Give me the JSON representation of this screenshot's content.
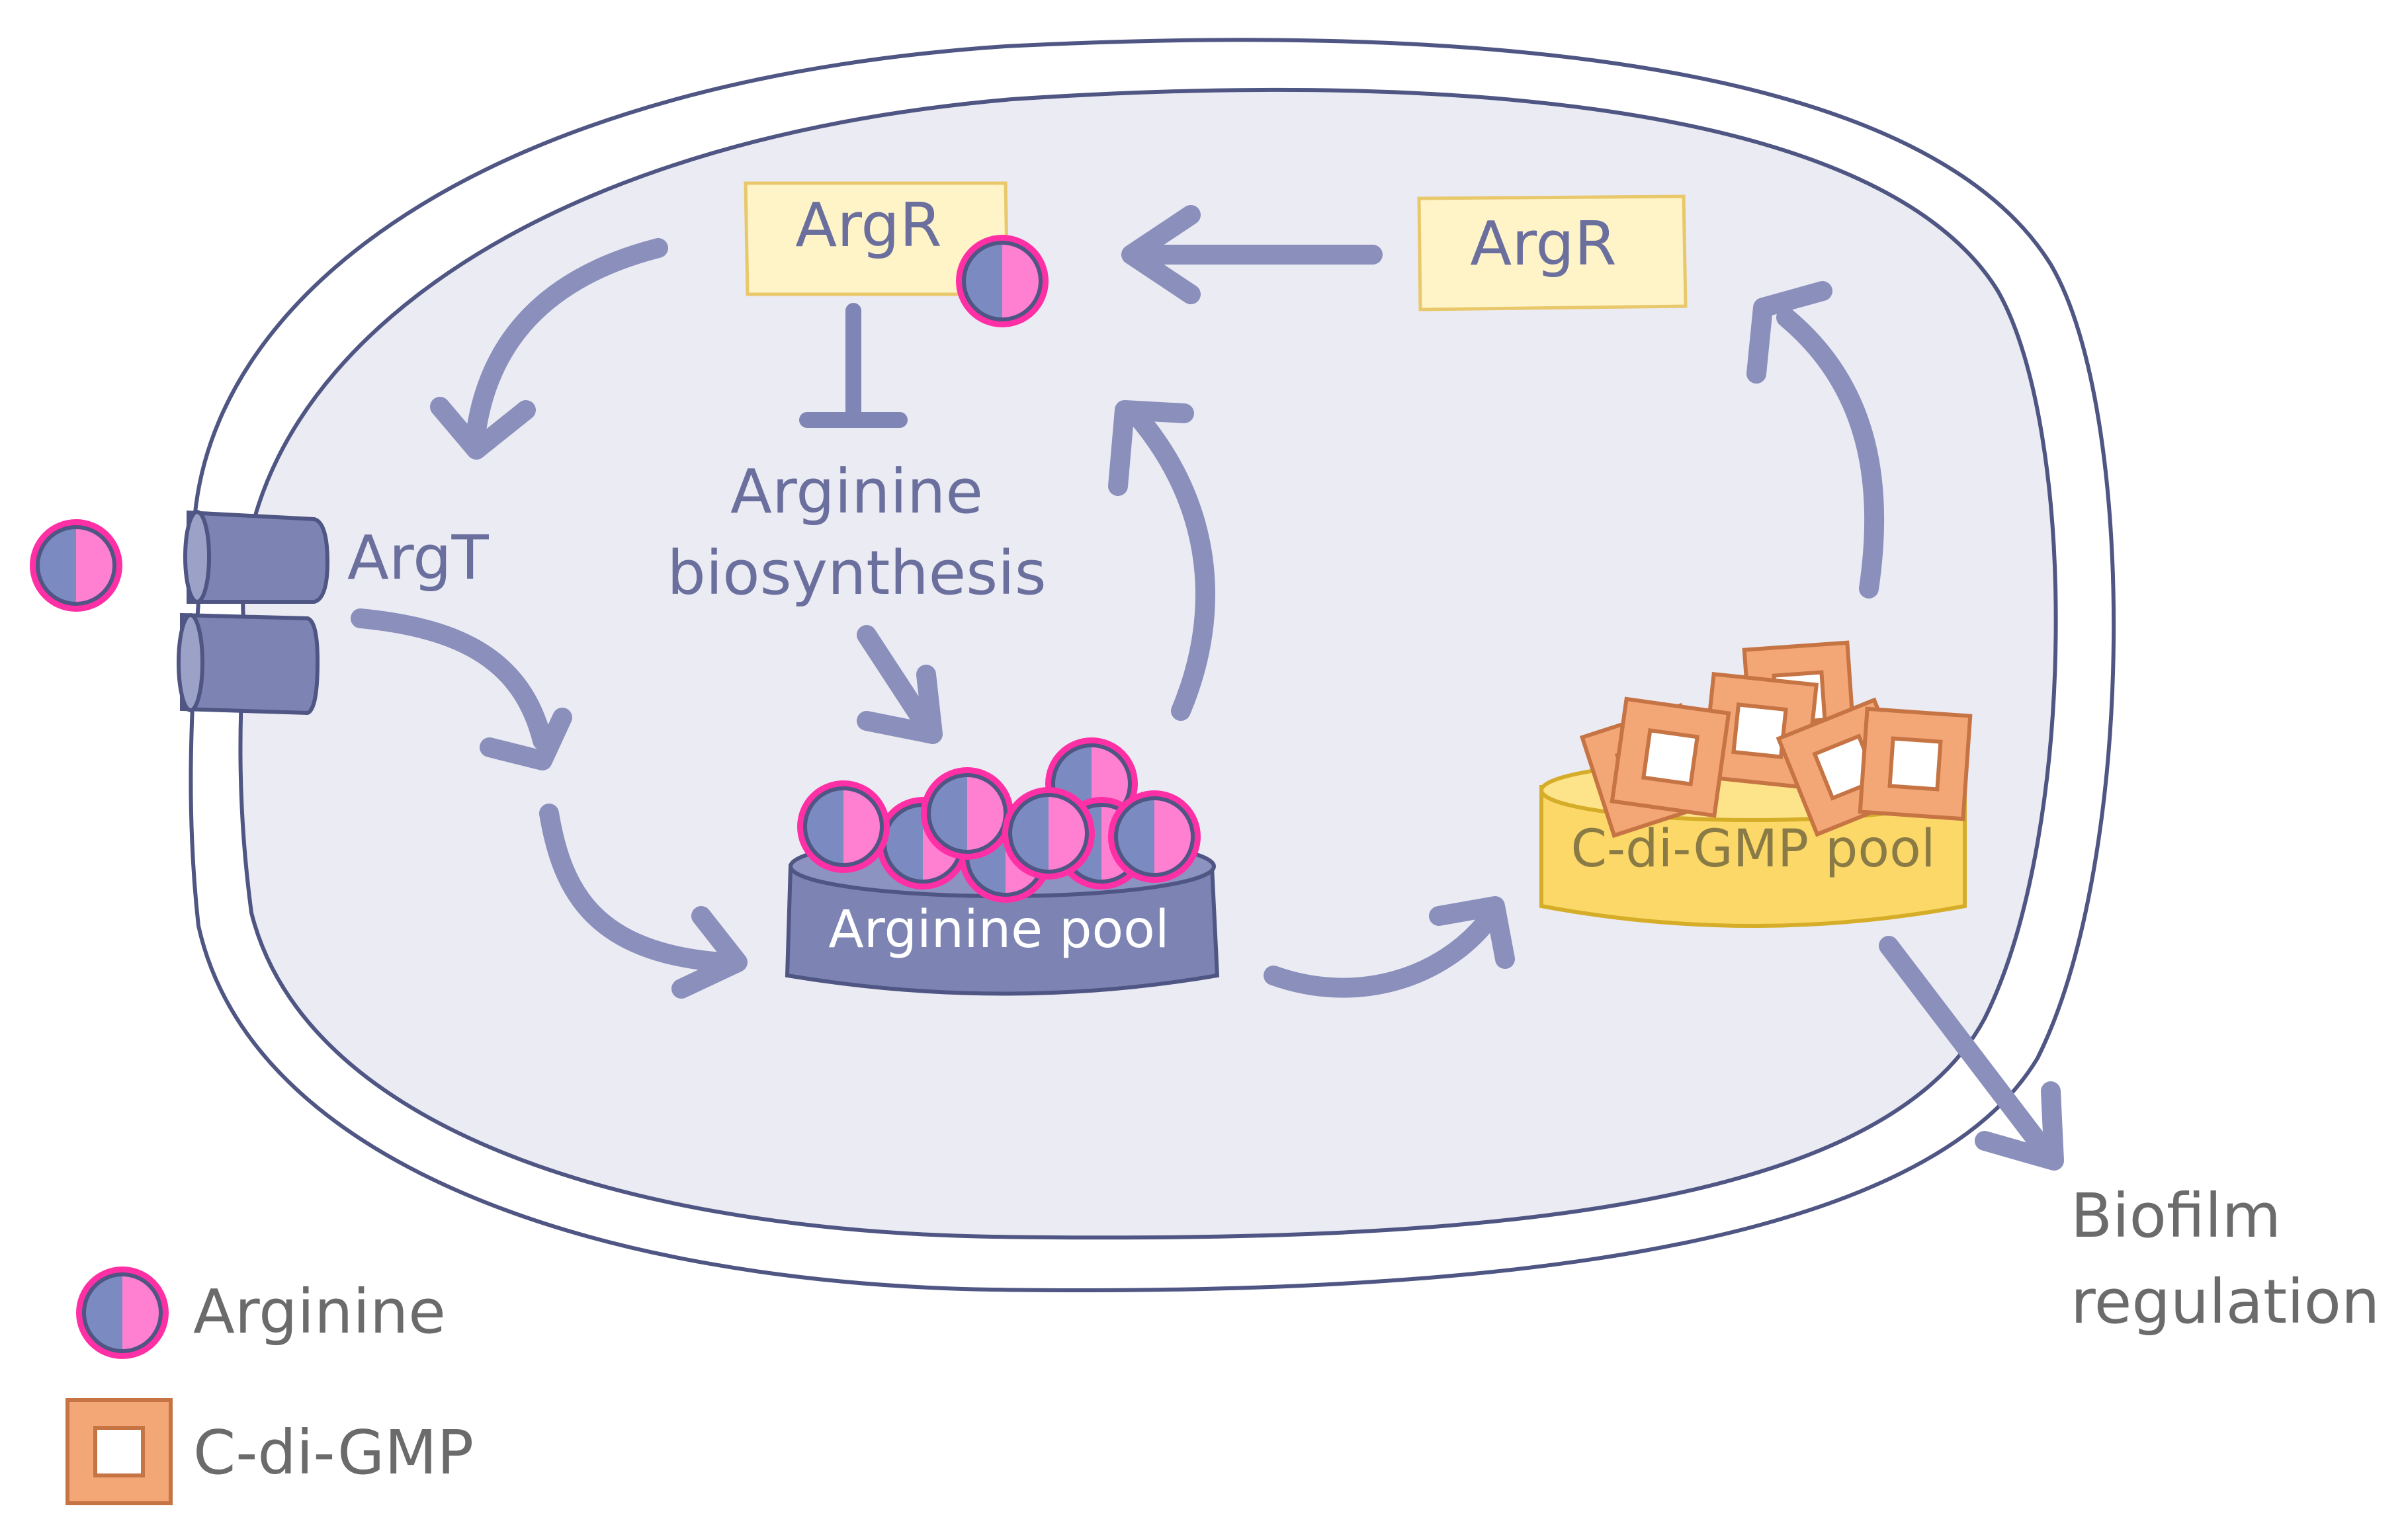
{
  "labels": {
    "argr_complex": "ArgR",
    "argr_free": "ArgR",
    "argt": "ArgT",
    "biosynthesis_line1": "Arginine",
    "biosynthesis_line2": "biosynthesis",
    "arginine_pool": "Arginine pool",
    "cdigmp_pool": "C-di-GMP pool",
    "biofilm_line1": "Biofilm",
    "biofilm_line2": "regulation"
  },
  "legend": {
    "arginine": "Arginine",
    "cdigmp": "C-di-GMP"
  },
  "colors": {
    "cell_fill": "#ebebf3",
    "membrane": "#4f5683",
    "arrow": "#8a8fbc",
    "arginine_blue": "#7b8bc2",
    "arginine_pink": "#ff7fd1",
    "arginine_rim": "#ff2fa5",
    "pool_blue": "#7d83b3",
    "argr_box": "#fff3c8",
    "cdigmp_orange": "#f3a776",
    "cdigmp_pool_yellow": "#fbd867"
  }
}
